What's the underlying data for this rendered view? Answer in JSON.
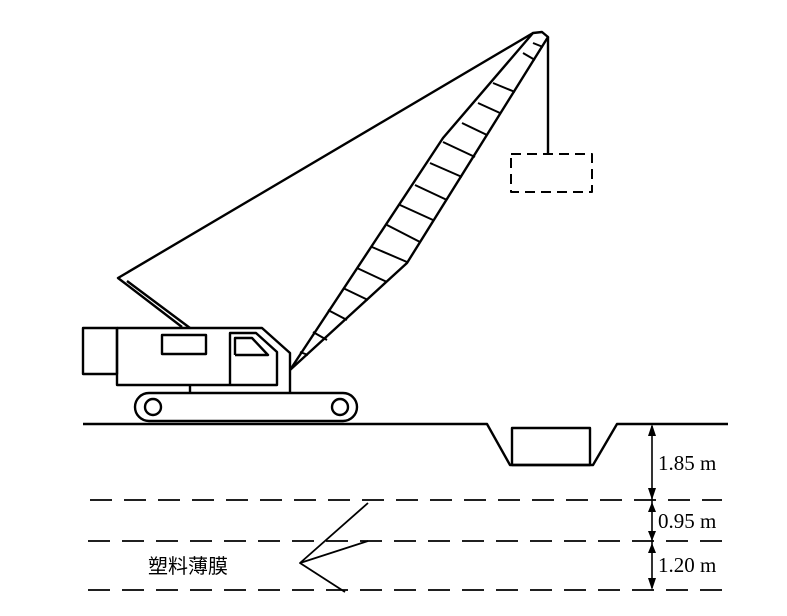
{
  "diagram": {
    "dimensions": [
      {
        "label": "1.85 m",
        "value_m": 1.85
      },
      {
        "label": "0.95 m",
        "value_m": 0.95
      },
      {
        "label": "1.20 m",
        "value_m": 1.2
      }
    ],
    "annotation": "塑料薄膜",
    "stroke_color": "#000000"
  }
}
